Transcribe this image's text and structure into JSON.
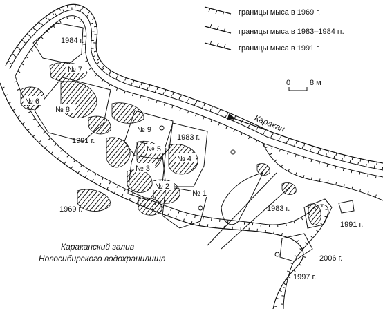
{
  "legend": {
    "items": [
      {
        "label": "границы мыса в 1969 г."
      },
      {
        "label": "границы мыса в 1983–1984 гг."
      },
      {
        "label": "границы мыса в 1991 г."
      }
    ],
    "scale": {
      "zero": "0",
      "value": "8 м"
    }
  },
  "river_label": "Каракан",
  "bay_label": {
    "line1": "Караканский залив",
    "line2": "Новосибирского водохранилища"
  },
  "year_labels": {
    "y1984": "1984 г.",
    "y1991_left": "1991 г.",
    "y1983_mid": "1983 г.",
    "y1969": "1969 г.",
    "y1983_right": "1983 г.",
    "y1991_right": "1991 г.",
    "y2006": "2006 г.",
    "y1997": "1997 г."
  },
  "features": {
    "f1": "№ 1",
    "f2": "№ 2",
    "f3": "№ 3",
    "f4": "№ 4",
    "f5": "№ 5",
    "f6": "№ 6",
    "f7": "№ 7",
    "f8": "№ 8",
    "f9": "№ 9"
  }
}
